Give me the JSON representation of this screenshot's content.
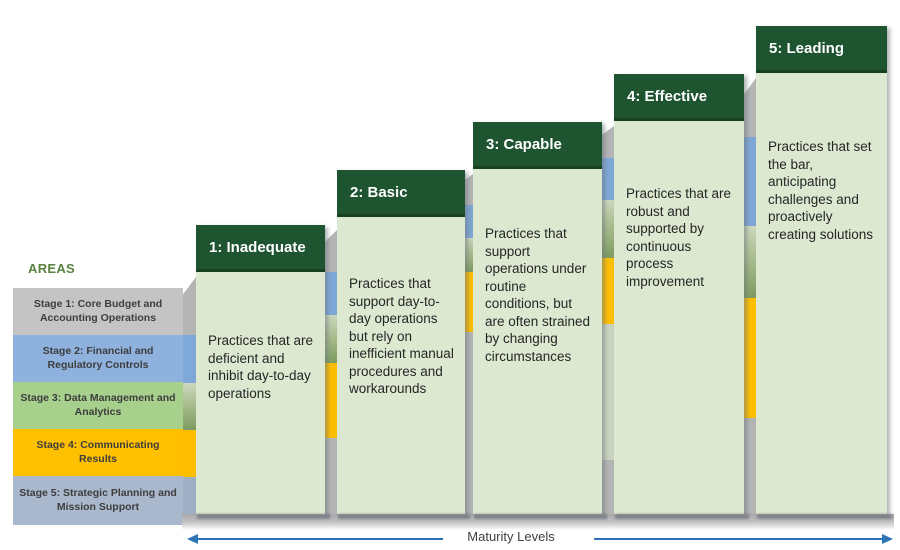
{
  "legend": {
    "heading": "AREAS",
    "stages": [
      {
        "label": "Stage 1: Core Budget and Accounting Operations",
        "color": "#c4c4c4"
      },
      {
        "label": "Stage 2: Financial and Regulatory Controls",
        "color": "#8fb1de"
      },
      {
        "label": "Stage 3: Data Management and Analytics",
        "color": "#a8d08d"
      },
      {
        "label": "Stage 4: Communicating Results",
        "color": "#ffc000"
      },
      {
        "label": "Stage 5: Strategic Planning and Mission Support",
        "color": "#a9b8cc"
      }
    ]
  },
  "maturity_levels": [
    {
      "title": "1: Inadequate",
      "description": "Practices that are deficient and inhibit day-to-day operations"
    },
    {
      "title": "2: Basic",
      "description": "Practices that support day-to-day operations but rely on inefficient manual procedures and workarounds"
    },
    {
      "title": "3: Capable",
      "description": "Practices that support operations under routine conditions, but are often strained by changing circumstances"
    },
    {
      "title": "4: Effective",
      "description": "Practices that are robust and supported by continuous process improvement"
    },
    {
      "title": "5: Leading",
      "description": "Practices that set the bar, anticipating challenges and proactively creating solutions"
    }
  ],
  "axis": {
    "label": "Maturity Levels"
  },
  "colors": {
    "level_header_bg": "#1f5430",
    "level_header_text": "#ffffff",
    "level_body_bg": "#dce8d0",
    "legend_heading_text": "#5a8240",
    "axis_arrow": "#2e74b5",
    "stage_gray": "#c4c4c4",
    "stage_blue": "#8fb1de",
    "stage_green": "#a8d08d",
    "stage_gold": "#ffc000",
    "stage_slate": "#a9b8cc"
  }
}
